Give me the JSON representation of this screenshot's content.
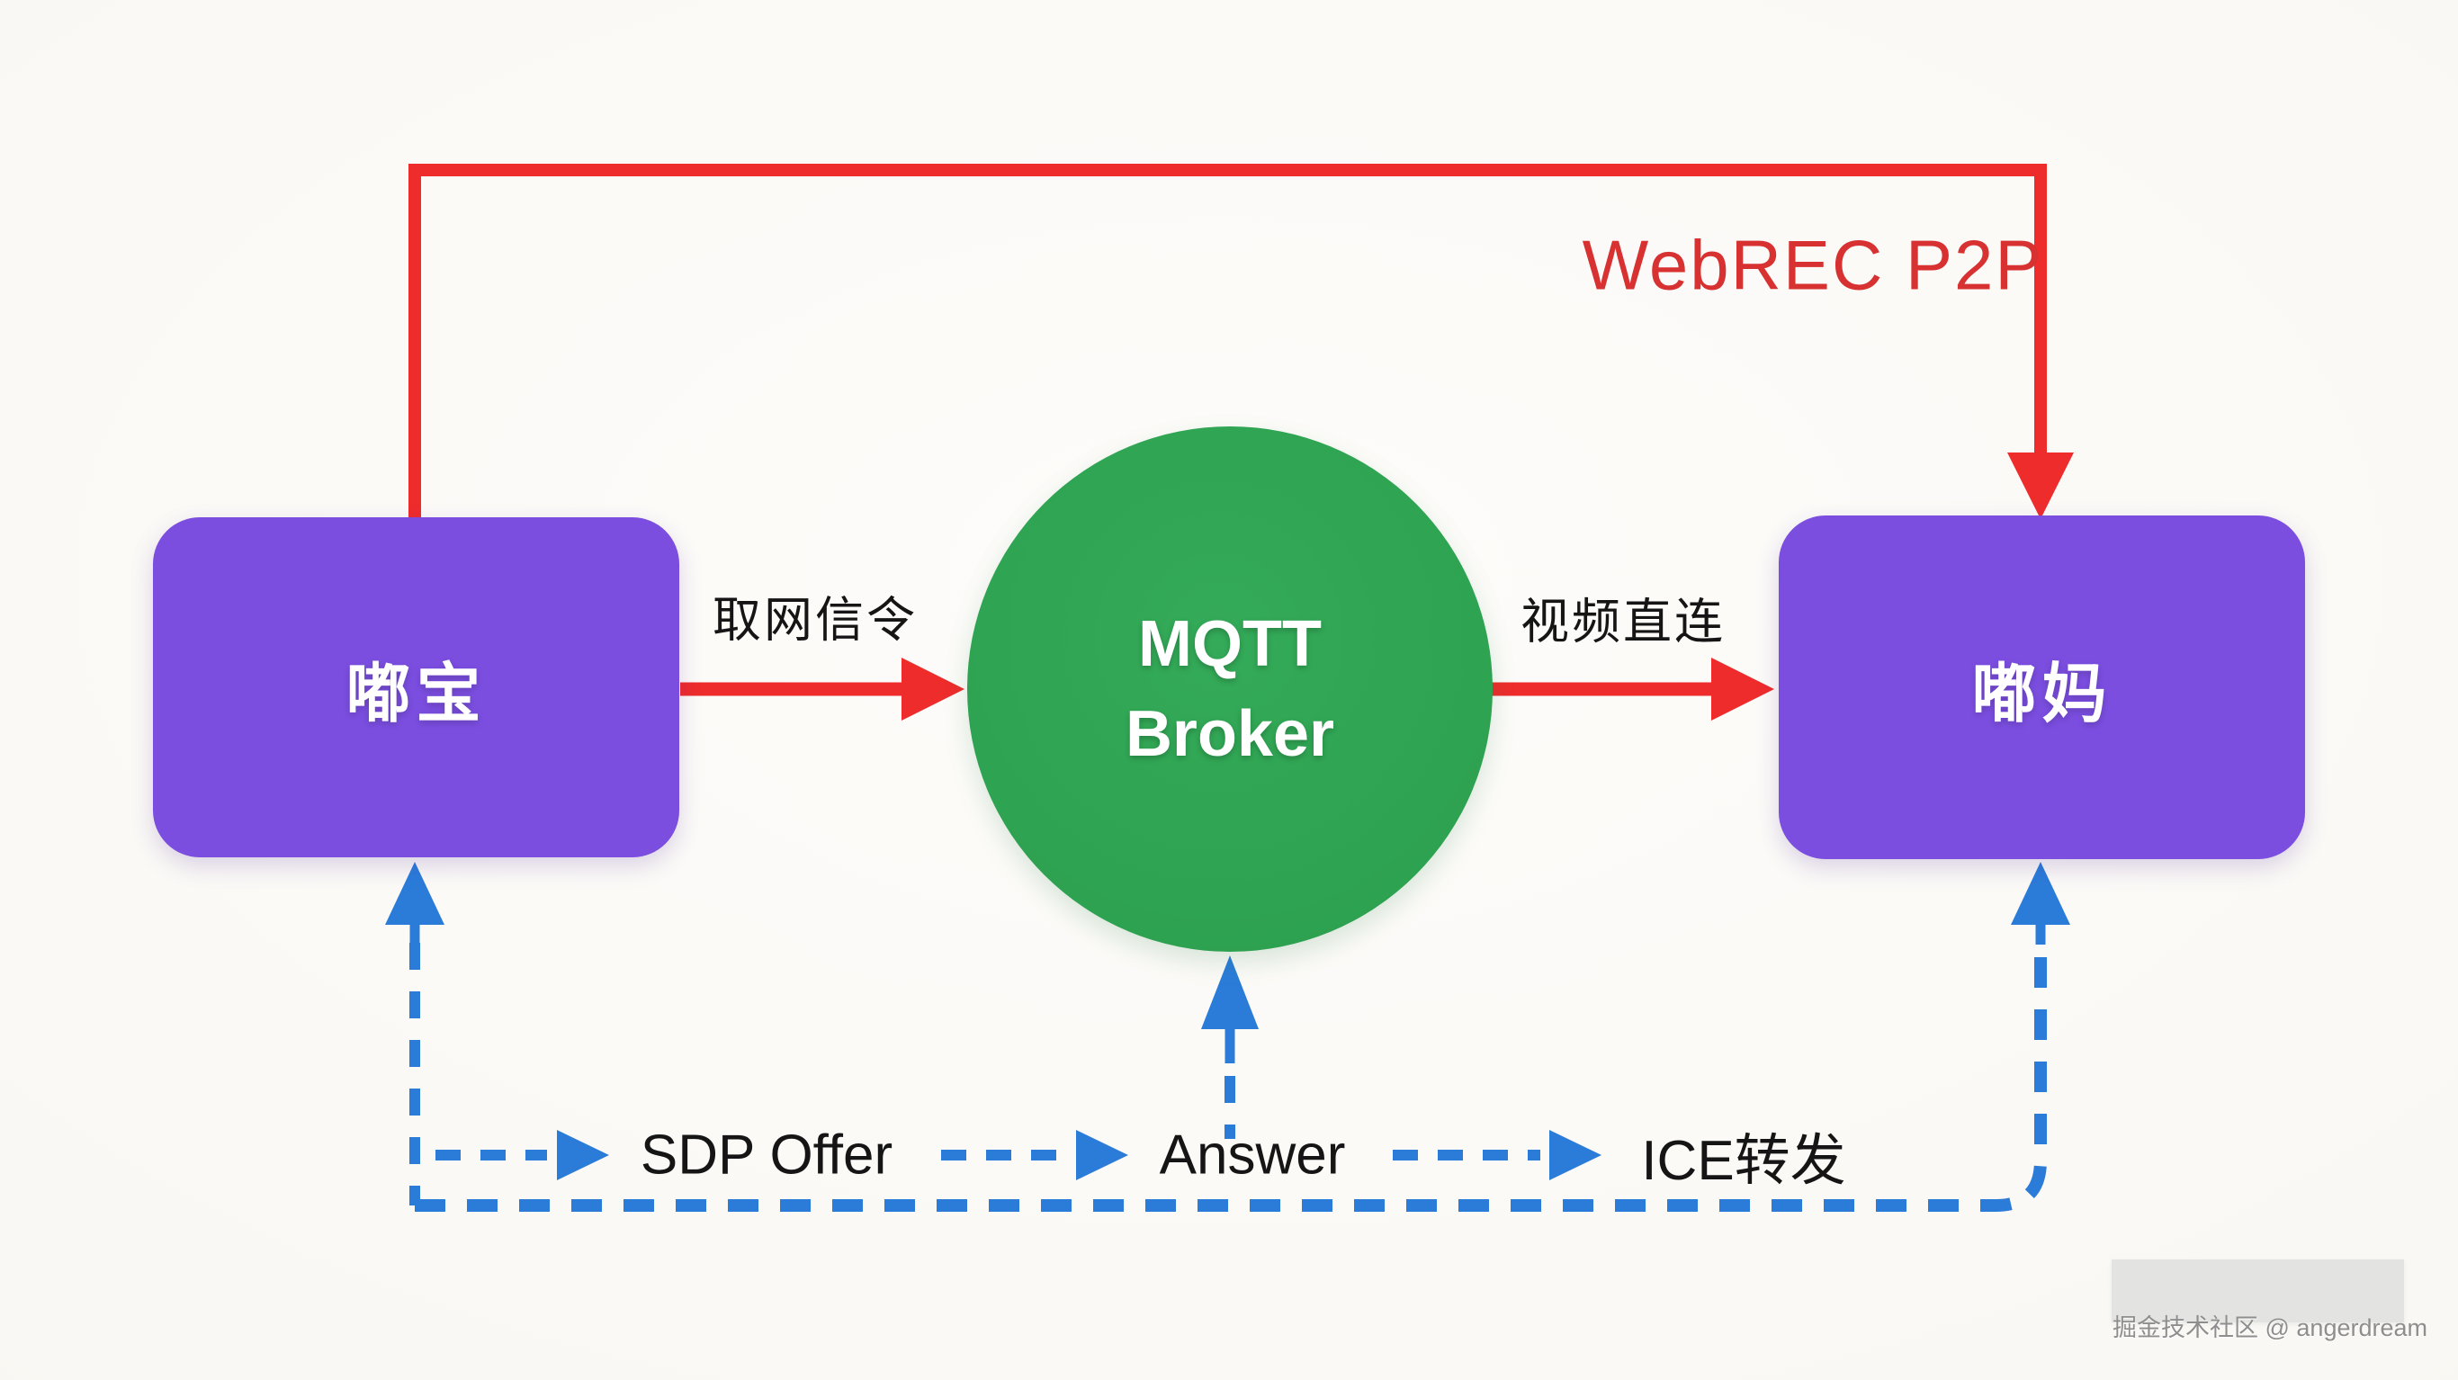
{
  "nodes": {
    "dubao": {
      "label": "嘟宝"
    },
    "broker": {
      "line1": "MQTT",
      "line2": "Broker"
    },
    "duma": {
      "label": "嘟妈"
    }
  },
  "edges": {
    "p2p": "WebREC P2P",
    "signaling": "取网信令",
    "video": "视频直连",
    "sdp": "SDP Offer",
    "answer": "Answer",
    "ice": "ICE转发"
  },
  "watermark": {
    "text": "掘金技术社区 @ angerdream"
  },
  "colors": {
    "node_purple": "#7b4ee0",
    "broker_green": "#2ea351",
    "arrow_red": "#ee2c2c",
    "p2p_text_red": "#d73131",
    "arrow_blue": "#2b7cd9",
    "label_black": "#151515",
    "watermark_gray": "#8e8e8e"
  }
}
